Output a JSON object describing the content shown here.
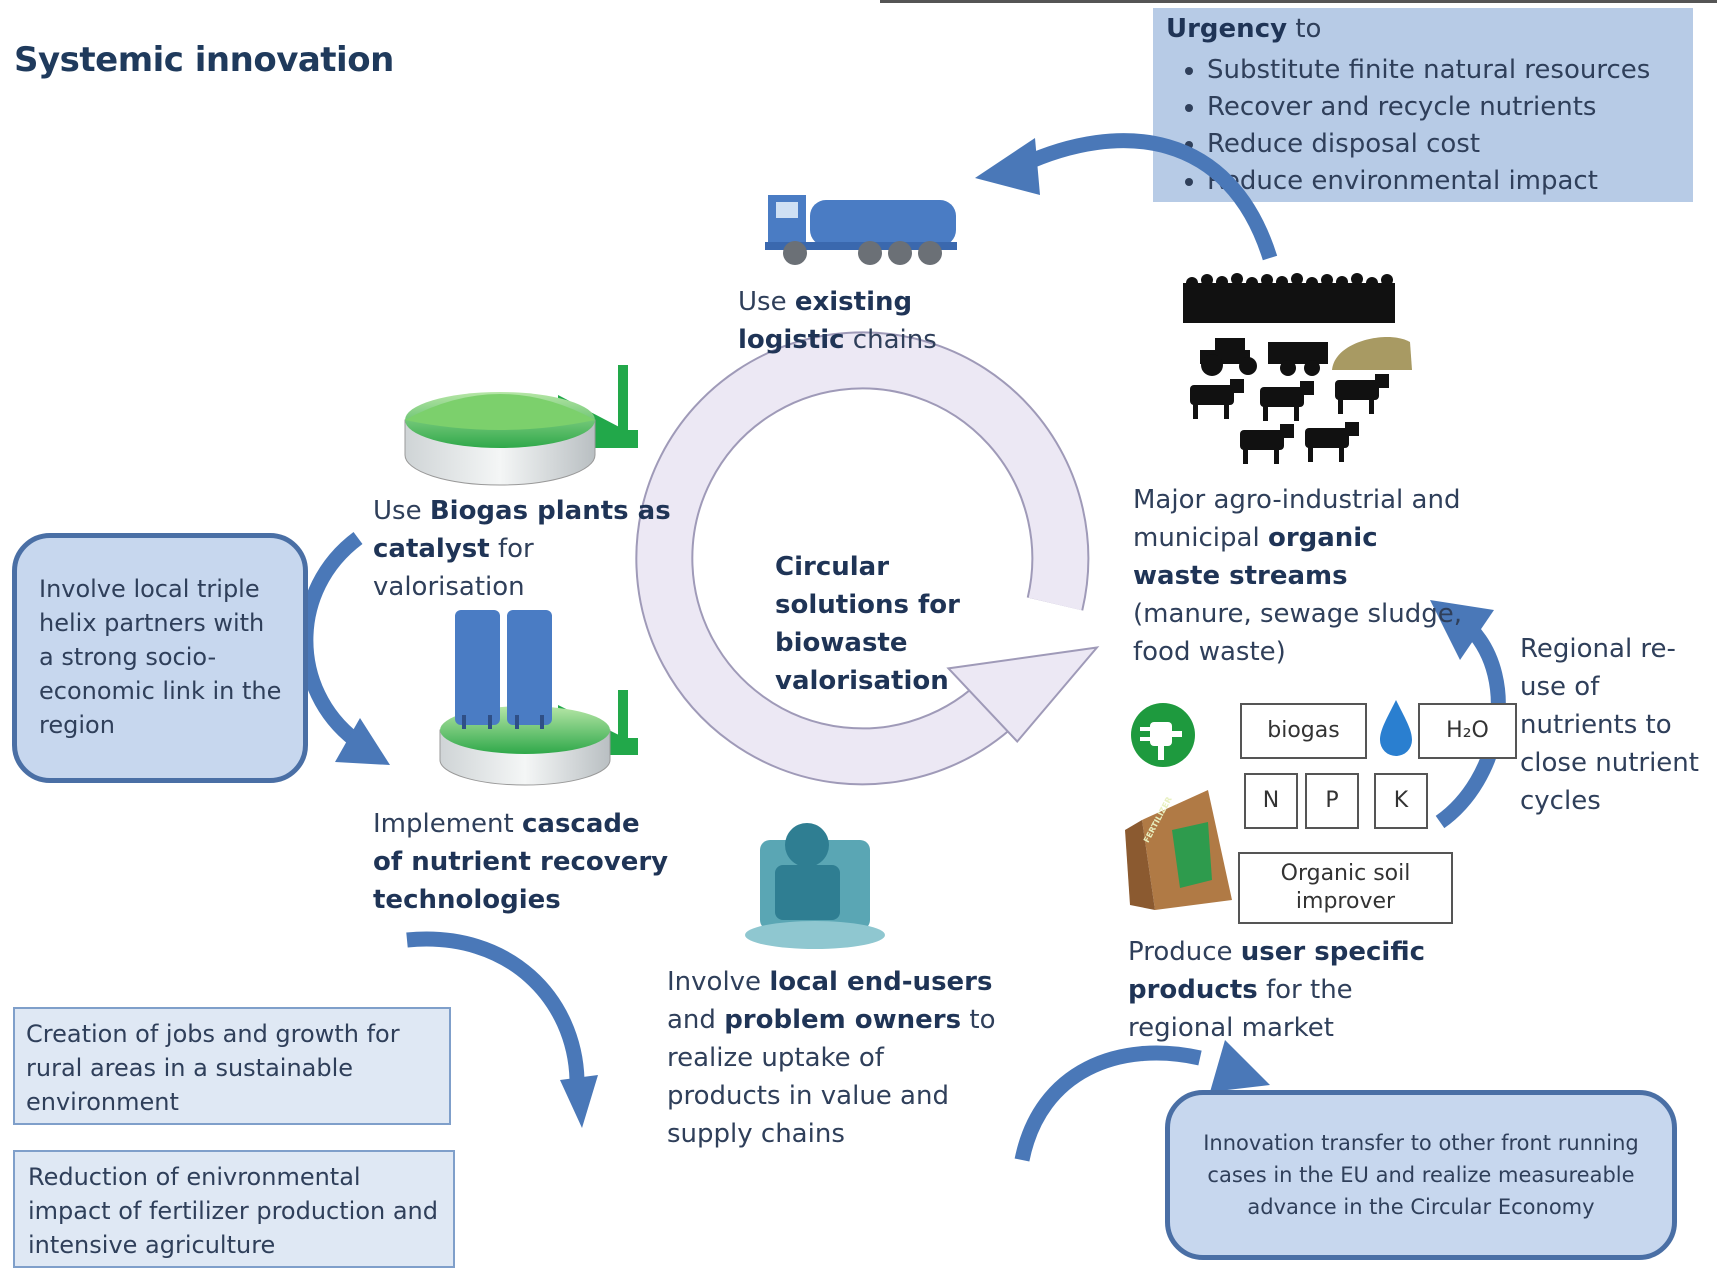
{
  "title": "Systemic innovation",
  "urgency": {
    "heading": "Urgency",
    "heading_suffix": " to",
    "items": [
      "Substitute finite natural resources",
      "Recover and recycle nutrients",
      "Reduce disposal cost",
      "Reduce environmental impact"
    ]
  },
  "logistics": {
    "pre": "Use ",
    "bold": "existing logistic",
    "post": " chains"
  },
  "biogas_plants": {
    "pre": "Use ",
    "bold": "Biogas plants as catalyst",
    "post": " for valorisation"
  },
  "cascade": {
    "pre": "Implement ",
    "bold": "cascade of nutrient recovery technologies",
    "post": ""
  },
  "center": {
    "label": "Circular solutions for biowaste valorisation"
  },
  "waste_streams": {
    "pre": "Major agro-industrial and municipal ",
    "bold": "organic waste streams",
    "post": " (manure, sewage sludge, food waste)"
  },
  "regional_reuse": "Regional re-use of nutrients to close nutrient cycles",
  "triple_helix": "Involve local triple helix partners with a strong socio-economic link in the region",
  "products": {
    "biogas": "biogas",
    "water": "H₂O",
    "n": "N",
    "p": "P",
    "k": "K",
    "soil": "Organic soil improver",
    "fertilizer_label": "FERTILIZER"
  },
  "user_products": {
    "pre": "Produce ",
    "bold": "user specific products",
    "post": " for the regional market"
  },
  "end_users": {
    "pre": "Involve ",
    "bold1": "local end-users",
    "mid": " and ",
    "bold2": "problem owners",
    "post": " to realize uptake of products in value and supply chains"
  },
  "jobs": "Creation of jobs and growth for rural areas in a sustainable environment",
  "reduction": "Reduction of enivronmental impact of fertilizer production and intensive agriculture",
  "innovation": "Innovation transfer to other front running cases in the EU and realize measureable advance in the Circular Economy",
  "colors": {
    "arrow": "#4a78b8",
    "circle_fill": "#ece8f4",
    "circle_stroke": "#9f9ab8",
    "urgency_box": "#b7cbe6",
    "biogas_green": "#22a84a",
    "truck_blue": "#4a7cc4"
  }
}
